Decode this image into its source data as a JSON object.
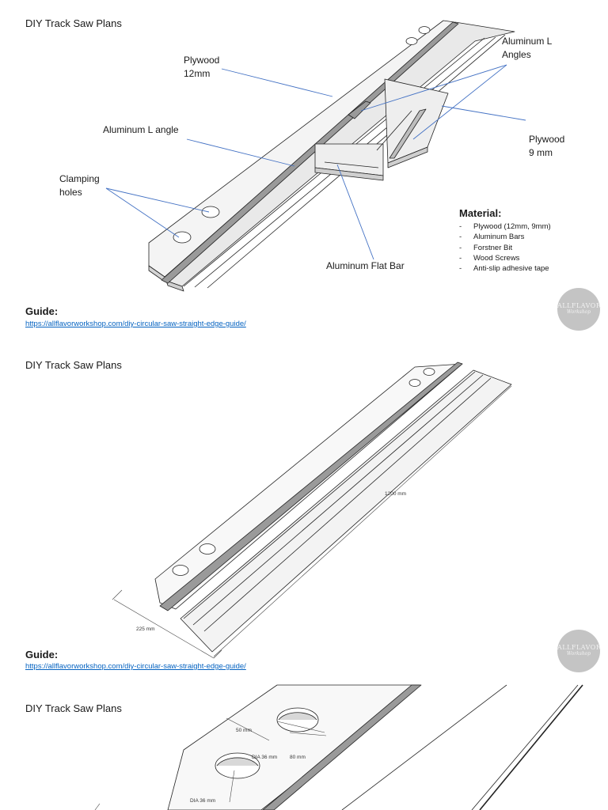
{
  "panels": [
    {
      "title": "DIY Track Saw Plans",
      "labels": {
        "plywood12": "Plywood\n12mm",
        "al_angles": "Aluminum L\nAngles",
        "al_angle": "Aluminum L angle",
        "plywood9": "Plywood\n9 mm",
        "clamping": "Clamping\nholes",
        "flat_bar": "Aluminum Flat Bar"
      },
      "material": {
        "heading": "Material:",
        "items": [
          "Plywood (12mm, 9mm)",
          "Aluminum Bars",
          "Forstner Bit",
          "Wood Screws",
          "Anti-slip adhesive tape"
        ]
      },
      "guide_heading": "Guide:",
      "guide_link": "https://allflavorworkshop.com/diy-circular-saw-straight-edge-guide/"
    },
    {
      "title": "DIY Track Saw Plans",
      "dims": {
        "length": "1200 mm",
        "width": "225 mm"
      },
      "guide_heading": "Guide:",
      "guide_link": "https://allflavorworkshop.com/diy-circular-saw-straight-edge-guide/"
    },
    {
      "title": "DIY Track Saw Plans",
      "dims": {
        "spacing": "50 mm",
        "hole_dia_1": "DIA 36 mm",
        "offset": "80 mm",
        "hole_dia_2": "DIA 36 mm"
      }
    }
  ],
  "watermark": {
    "brand": "ALLFLAVOR",
    "sub": "Workshop"
  },
  "colors": {
    "link": "#0563c1",
    "leader": "#4472c4",
    "watermark": "#c4c4c4"
  }
}
